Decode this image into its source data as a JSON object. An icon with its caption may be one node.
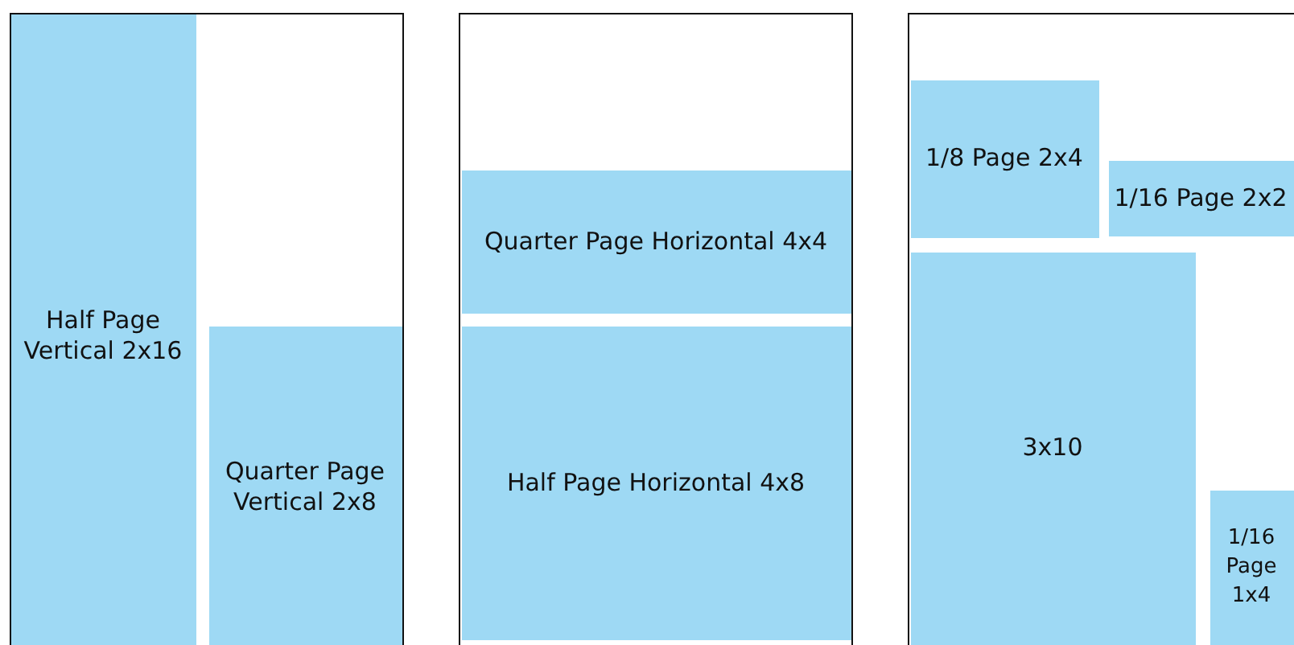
{
  "diagram": {
    "nodes": [
      {
        "text": [],
        "shape": "box"
      },
      {
        "text": [
          "Half Page Vertical 2x16"
        ],
        "in": 0
      },
      {
        "text": [
          "Quarter Page Vertical 2x8"
        ],
        "in": 0
      },
      {
        "text": [],
        "shape": "box"
      },
      {
        "text": [
          "Quarter Page Horizontal 4x4"
        ],
        "in": 3
      },
      {
        "text": [
          "Half Page Horizontal 4x8"
        ],
        "in": 3
      },
      {
        "text": [],
        "shape": "box"
      },
      {
        "text": [
          "1/8 Page 2x4"
        ],
        "in": 6
      },
      {
        "text": [
          "1/16 Page 2x2"
        ],
        "in": 6
      },
      {
        "text": [
          "3x10"
        ],
        "in": 6
      },
      {
        "text": [
          "1/16 Page 1x4"
        ],
        "in": 6
      }
    ]
  }
}
